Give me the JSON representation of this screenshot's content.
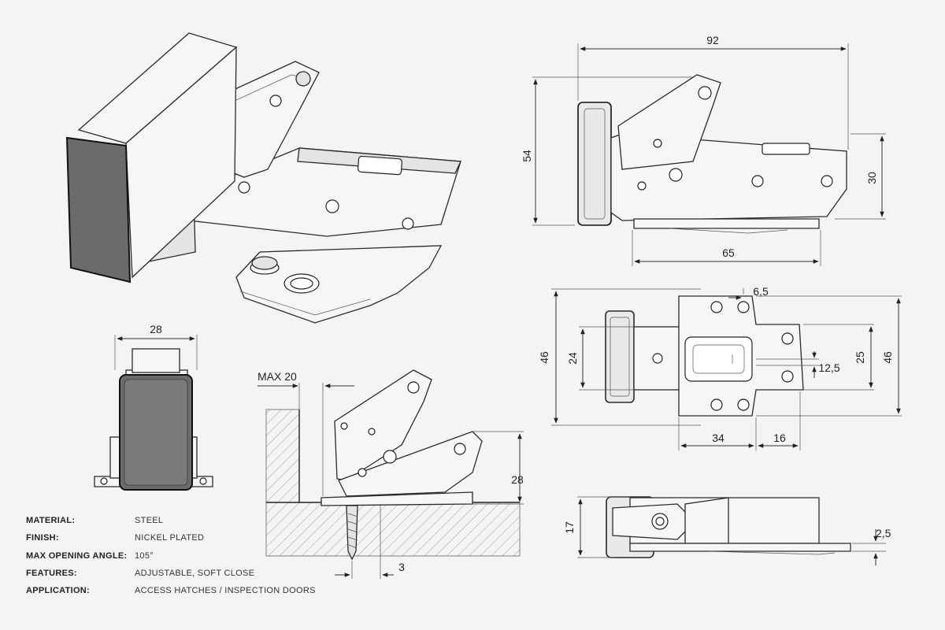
{
  "dimensions": {
    "top_view_width": "92",
    "top_view_height": "54",
    "top_view_body_height": "30",
    "top_view_base_length": "65",
    "plan_hole_spacing": "6,5",
    "plan_overall_height": "46",
    "plan_inner_height": "24",
    "plan_slot_offset": "12,5",
    "plan_plate_height": "25",
    "plan_right_height": "46",
    "plan_base_length": "34",
    "plan_base_end": "16",
    "front_view_width": "28",
    "install_max_overlay": "MAX 20",
    "install_height": "28",
    "install_gap": "3",
    "side_view_height": "17",
    "side_view_plate": "2,5"
  },
  "specs": [
    {
      "label": "MATERIAL:",
      "value": "STEEL"
    },
    {
      "label": "FINISH:",
      "value": "NICKEL PLATED"
    },
    {
      "label": "MAX OPENING ANGLE:",
      "value": "105°"
    },
    {
      "label": "FEATURES:",
      "value": "ADJUSTABLE, SOFT CLOSE"
    },
    {
      "label": "APPLICATION:",
      "value": "ACCESS HATCHES / INSPECTION DOORS"
    }
  ],
  "colors": {
    "background": "#f4f4f2",
    "line": "#2a2a2a",
    "pad": "#6b6b6b"
  }
}
